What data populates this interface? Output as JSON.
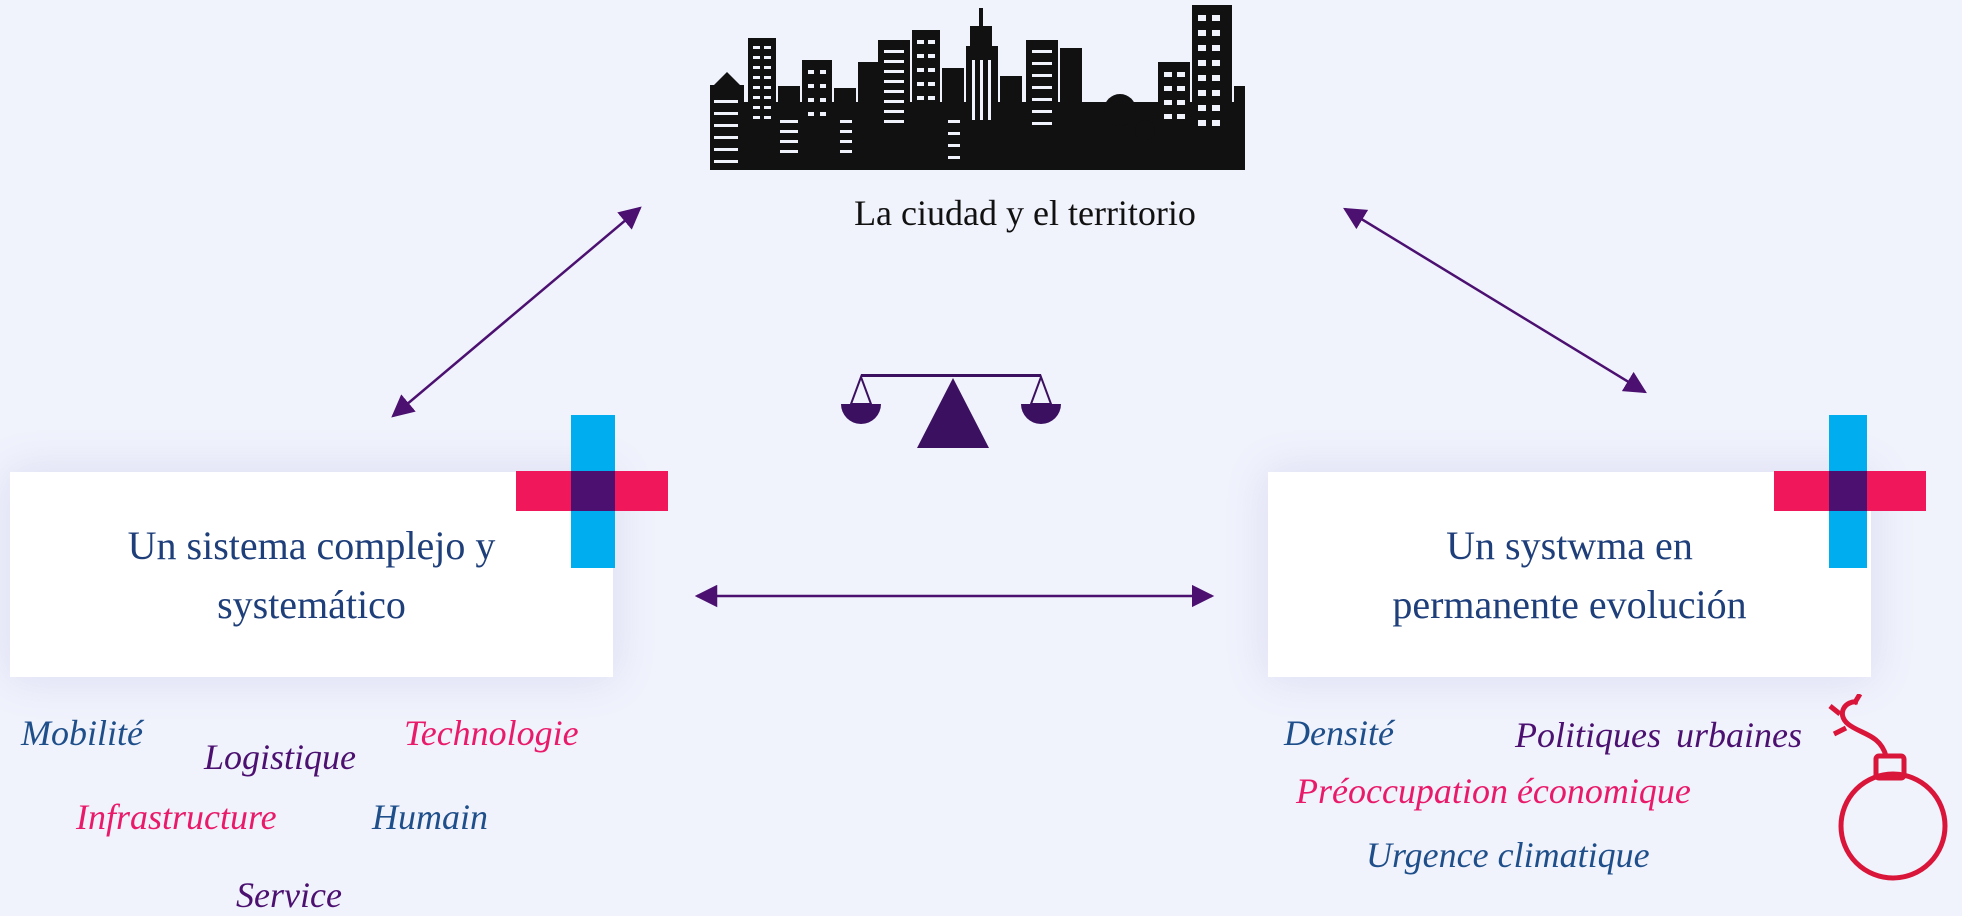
{
  "city": {
    "label": "La ciudad y el territorio",
    "icon": "city-skyline-icon"
  },
  "left_box": {
    "line1": "Un sistema complejo y",
    "line2": "systemático"
  },
  "right_box": {
    "line1": "Un systwma en",
    "line2": "permanente evolución"
  },
  "left_keywords": {
    "mobilite": "Mobilité",
    "logistique": "Logistique",
    "technologie": "Technologie",
    "infrastructure": "Infrastructure",
    "humain": "Humain",
    "service": "Service"
  },
  "right_keywords": {
    "densite": "Densité",
    "politiques": "Politiques urbaines",
    "preoccupation": "Préoccupation économique",
    "urgence": "Urgence climatique"
  },
  "icons": {
    "balance": "balance-scale-icon",
    "bomb": "bomb-icon",
    "plus_left": "plus-cross-icon",
    "plus_right": "plus-cross-icon"
  },
  "colors": {
    "arrow": "#4b1070",
    "blue_text": "#1f4f8a",
    "purple_text": "#4b1070",
    "pink_text": "#ea1a6a",
    "cross_blue": "#00aeef",
    "cross_pink": "#f0185a",
    "bomb_red": "#d9153a"
  }
}
